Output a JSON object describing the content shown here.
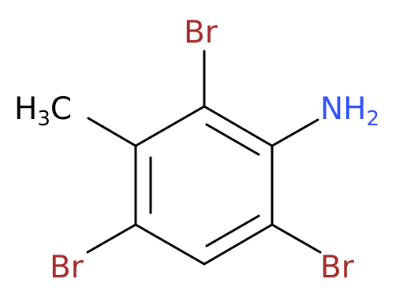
{
  "colors": {
    "bond": "#000000",
    "bromine": "#a52a2a",
    "nitrogen": "#3050f8",
    "carbon": "#000000"
  },
  "atoms": {
    "br_top": {
      "symbol": "Br"
    },
    "nh2": {
      "symbol": "NH",
      "subscript": "2"
    },
    "ch3": {
      "symbol_left": "H",
      "subscript": "3",
      "symbol_right": "C"
    },
    "br_left": {
      "symbol": "Br"
    },
    "br_right": {
      "symbol": "Br"
    }
  }
}
